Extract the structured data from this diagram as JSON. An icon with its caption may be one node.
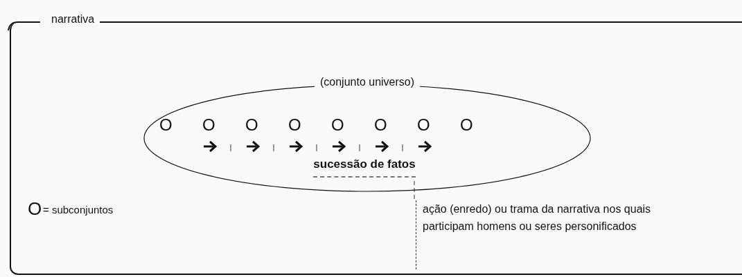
{
  "diagram": {
    "nodes": [
      {
        "text": [
          "narrativa"
        ]
      },
      {
        "text": [
          "(conjunto universo)"
        ],
        "in": 0
      },
      {
        "text": [
          "sucessão de fatos"
        ],
        "in": 1
      },
      {
        "text": [
          "ação (enredo) ou trama da narrativa nos quais participam homens ou seres personificados"
        ],
        "in": 0
      }
    ],
    "edges": [
      {
        "from": 2,
        "to": 3,
        "arrow": "none",
        "style": "dashed"
      }
    ],
    "labels": [
      "O",
      "O",
      "O",
      "O",
      "O",
      "O",
      "O",
      "O",
      "O",
      "= subconjuntos"
    ]
  }
}
